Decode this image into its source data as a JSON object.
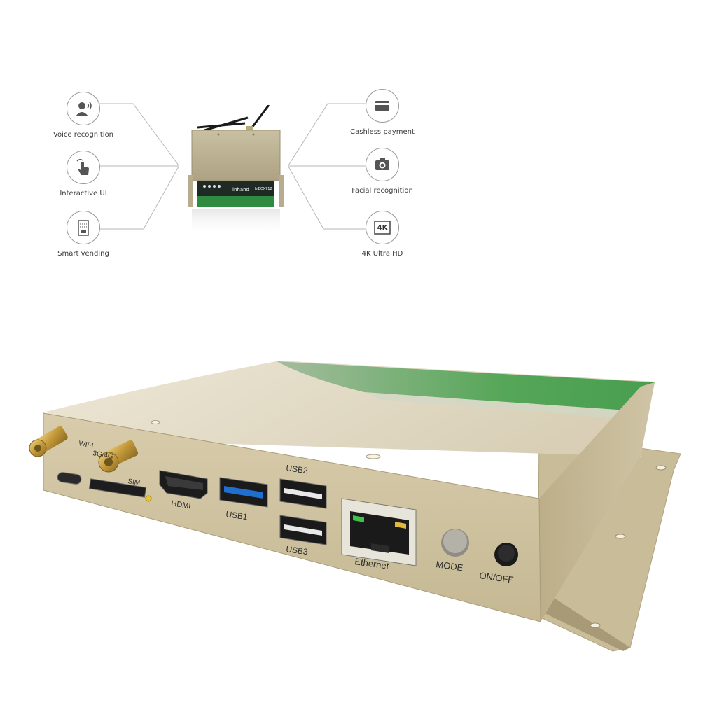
{
  "features": {
    "left": [
      {
        "label": "Voice recognition",
        "icon": "voice-recognition-icon"
      },
      {
        "label": "Interactive UI",
        "icon": "touch-hand-icon"
      },
      {
        "label": "Smart vending",
        "icon": "vending-machine-icon"
      }
    ],
    "right": [
      {
        "label": "Cashless payment",
        "icon": "credit-card-icon"
      },
      {
        "label": "Facial recognition",
        "icon": "camera-face-icon"
      },
      {
        "label": "4K Ultra HD",
        "icon": "4k-badge-icon",
        "badge": "4K"
      }
    ]
  },
  "thumbnail": {
    "brand": "inhand",
    "model": "InBOX712"
  },
  "ports": {
    "hdmi": "HDMI",
    "usb1": "USB1",
    "usb2": "USB2",
    "usb3": "USB3",
    "ethernet": "Ethernet",
    "mode": "MODE",
    "onoff": "ON/OFF",
    "wifi": "WIFI",
    "cellular": "3G/4G",
    "sim": "SIM"
  },
  "colors": {
    "chassis": "#cbbf9f",
    "panel_green": "#3aa14a",
    "usb3_blue": "#1f6fd0"
  }
}
